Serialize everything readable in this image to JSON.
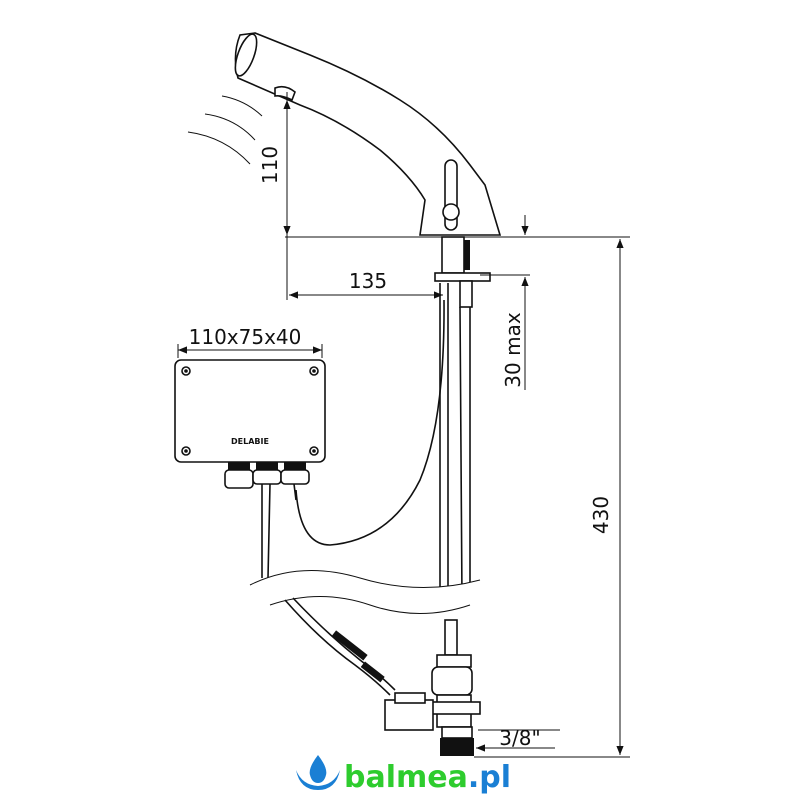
{
  "dimensions": {
    "sensor_height": "110",
    "spout_reach": "135",
    "deck_thickness": "30 max",
    "total_height": "430",
    "box_size": "110x75x40",
    "connection": "3/8\""
  },
  "control_box": {
    "brand": "DELABIE"
  },
  "watermark": {
    "name": "balmea",
    "suffix": ".pl"
  },
  "colors": {
    "logo_green": "#2ecc2e",
    "logo_blue": "#1a7fd4",
    "line": "#111111"
  }
}
